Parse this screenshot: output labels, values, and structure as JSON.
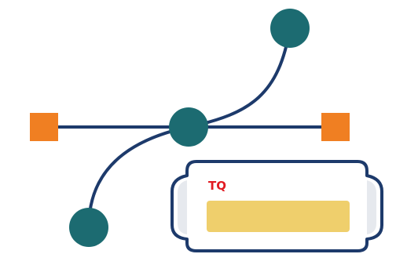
{
  "icon": {
    "name": "bezier-curve-with-node-handles",
    "colors": {
      "curve": "#1d3a6b",
      "anchor_node": "#1c6b71",
      "handle_square": "#f07f22",
      "panel_border": "#1d3a6b",
      "panel_fill": "#ffffff",
      "panel_side_shade": "#e6e9ee",
      "progress_fill": "#efcf6c",
      "logo_text": "#e11b22"
    }
  },
  "panel": {
    "logo_text": "TQ",
    "progress_fraction": 1.0
  }
}
